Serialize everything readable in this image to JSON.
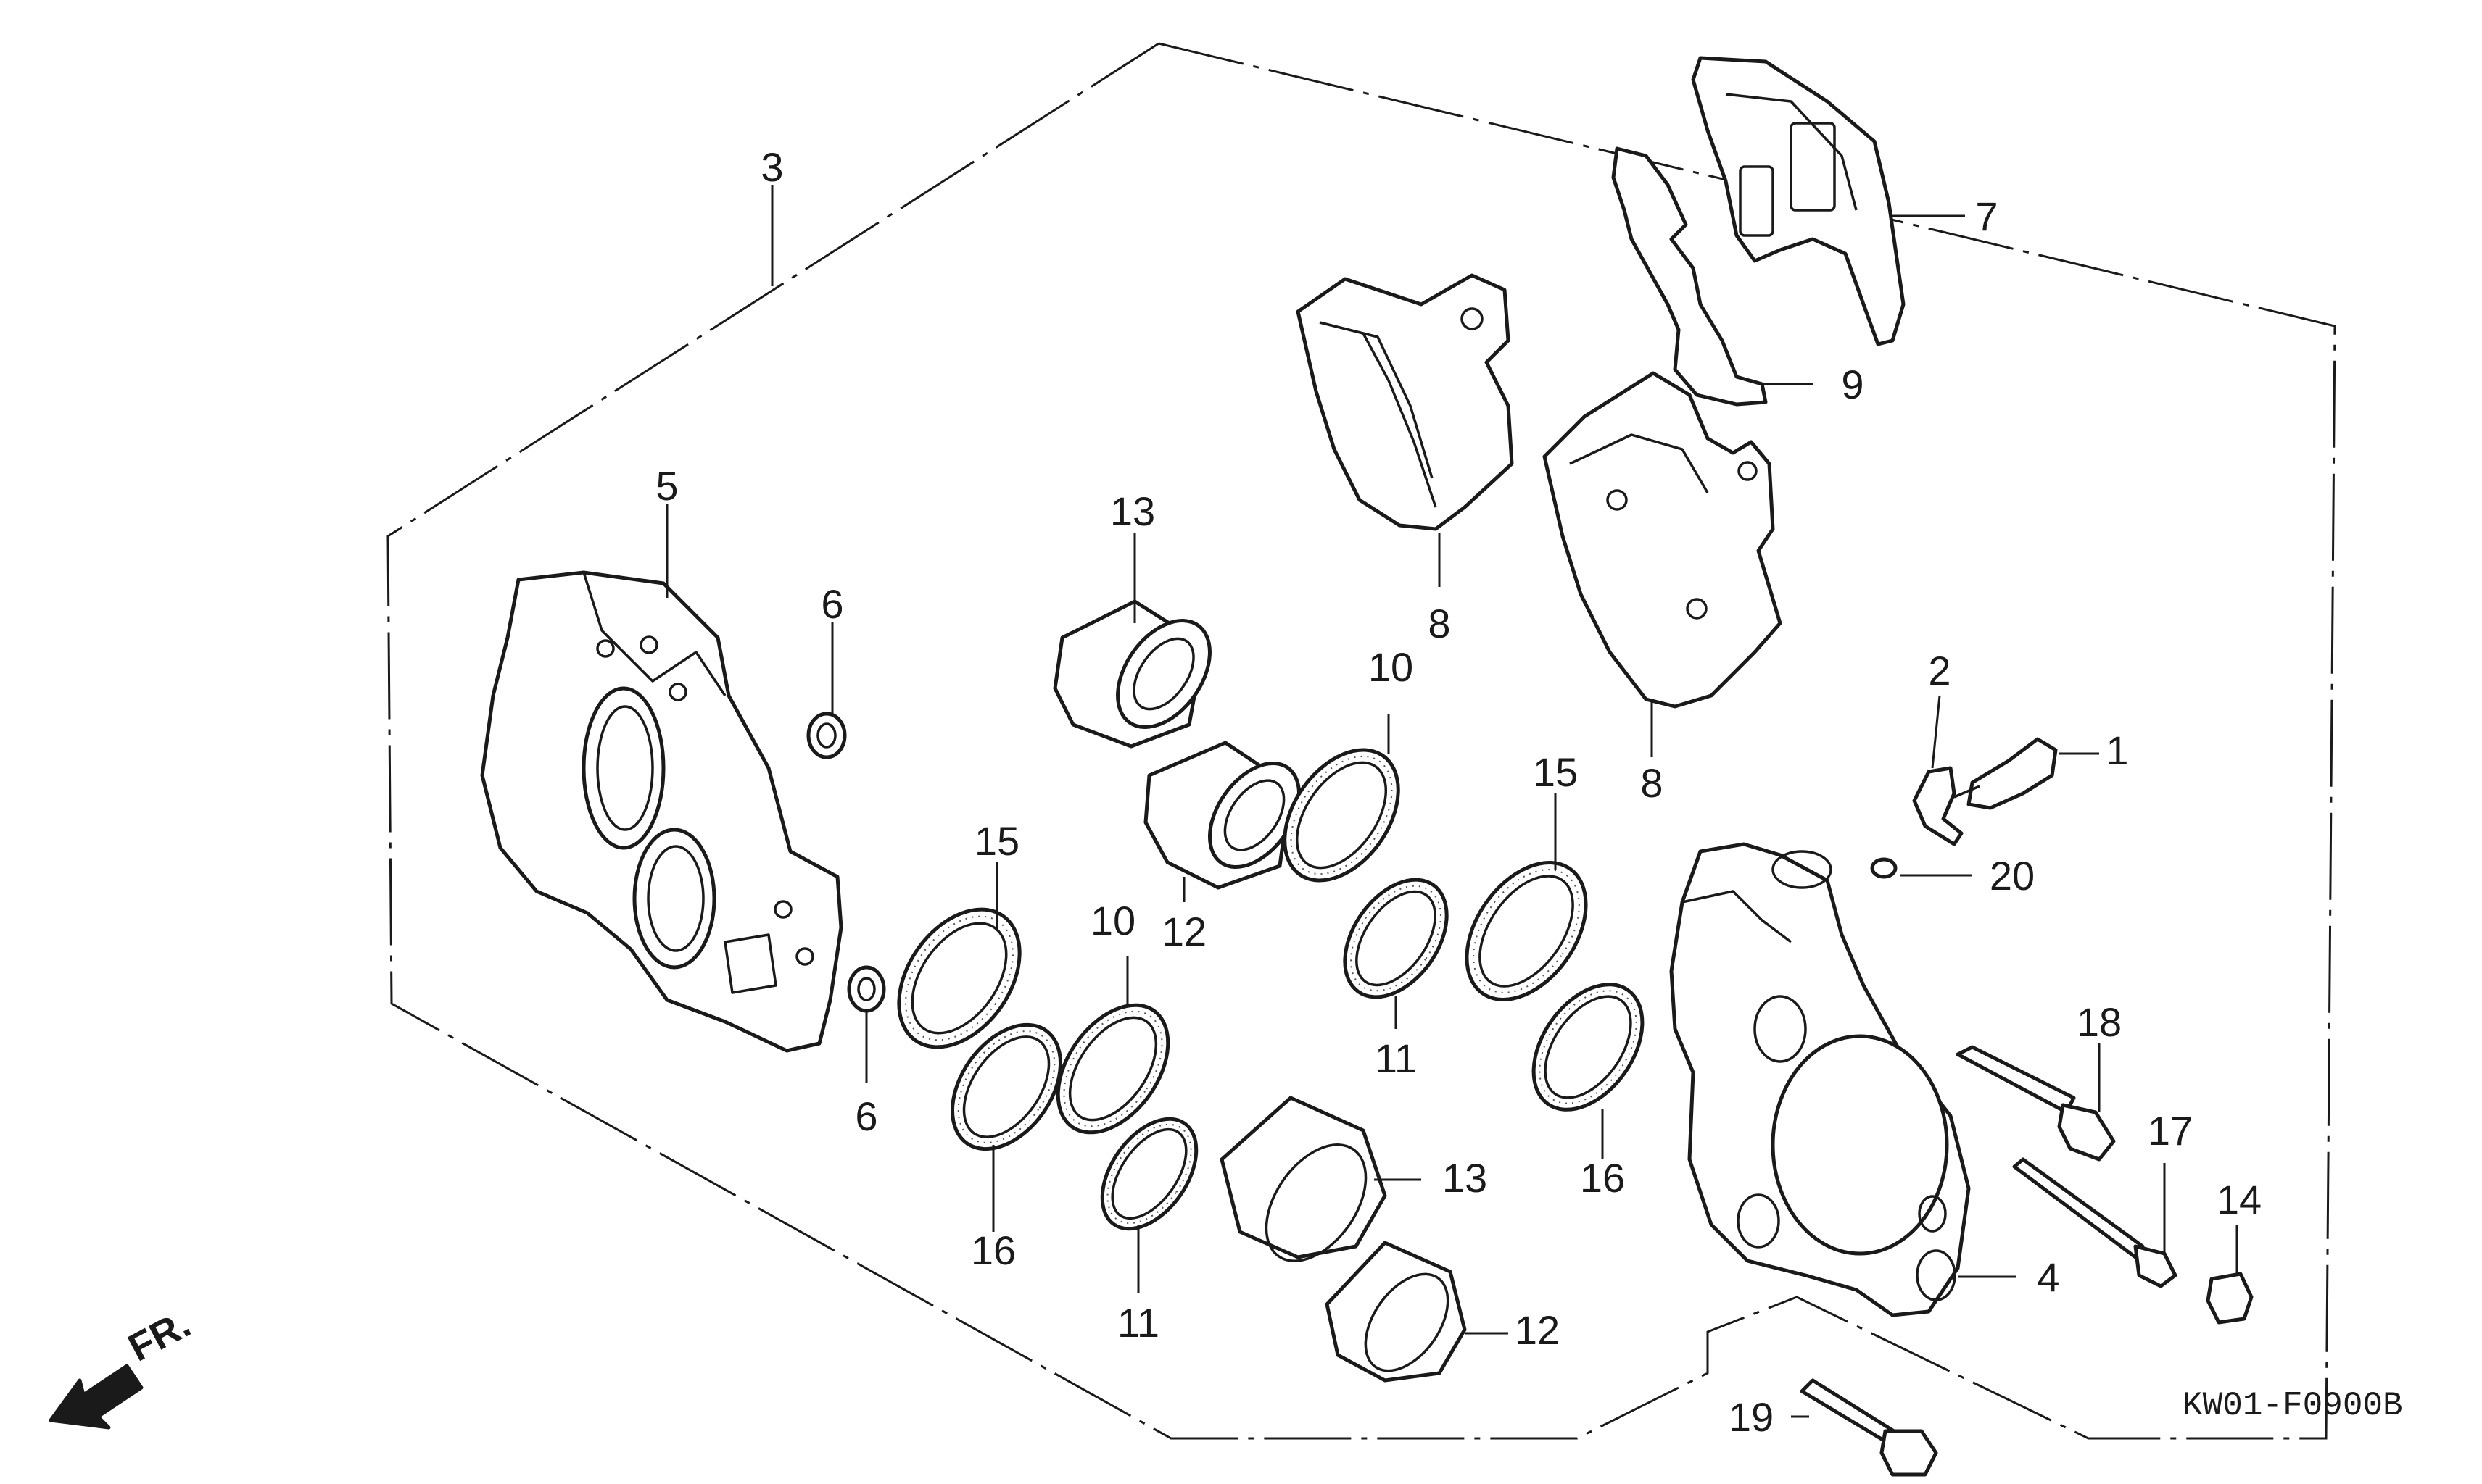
{
  "diagram_code": "KW01-F0900B",
  "front_marker": "FR.",
  "callouts": [
    {
      "n": "1"
    },
    {
      "n": "2"
    },
    {
      "n": "3"
    },
    {
      "n": "4"
    },
    {
      "n": "5"
    },
    {
      "n": "6"
    },
    {
      "n": "6"
    },
    {
      "n": "7"
    },
    {
      "n": "8"
    },
    {
      "n": "8"
    },
    {
      "n": "9"
    },
    {
      "n": "10"
    },
    {
      "n": "10"
    },
    {
      "n": "11"
    },
    {
      "n": "11"
    },
    {
      "n": "12"
    },
    {
      "n": "12"
    },
    {
      "n": "13"
    },
    {
      "n": "13"
    },
    {
      "n": "14"
    },
    {
      "n": "15"
    },
    {
      "n": "15"
    },
    {
      "n": "16"
    },
    {
      "n": "16"
    },
    {
      "n": "17"
    },
    {
      "n": "18"
    },
    {
      "n": "19"
    },
    {
      "n": "20"
    }
  ]
}
